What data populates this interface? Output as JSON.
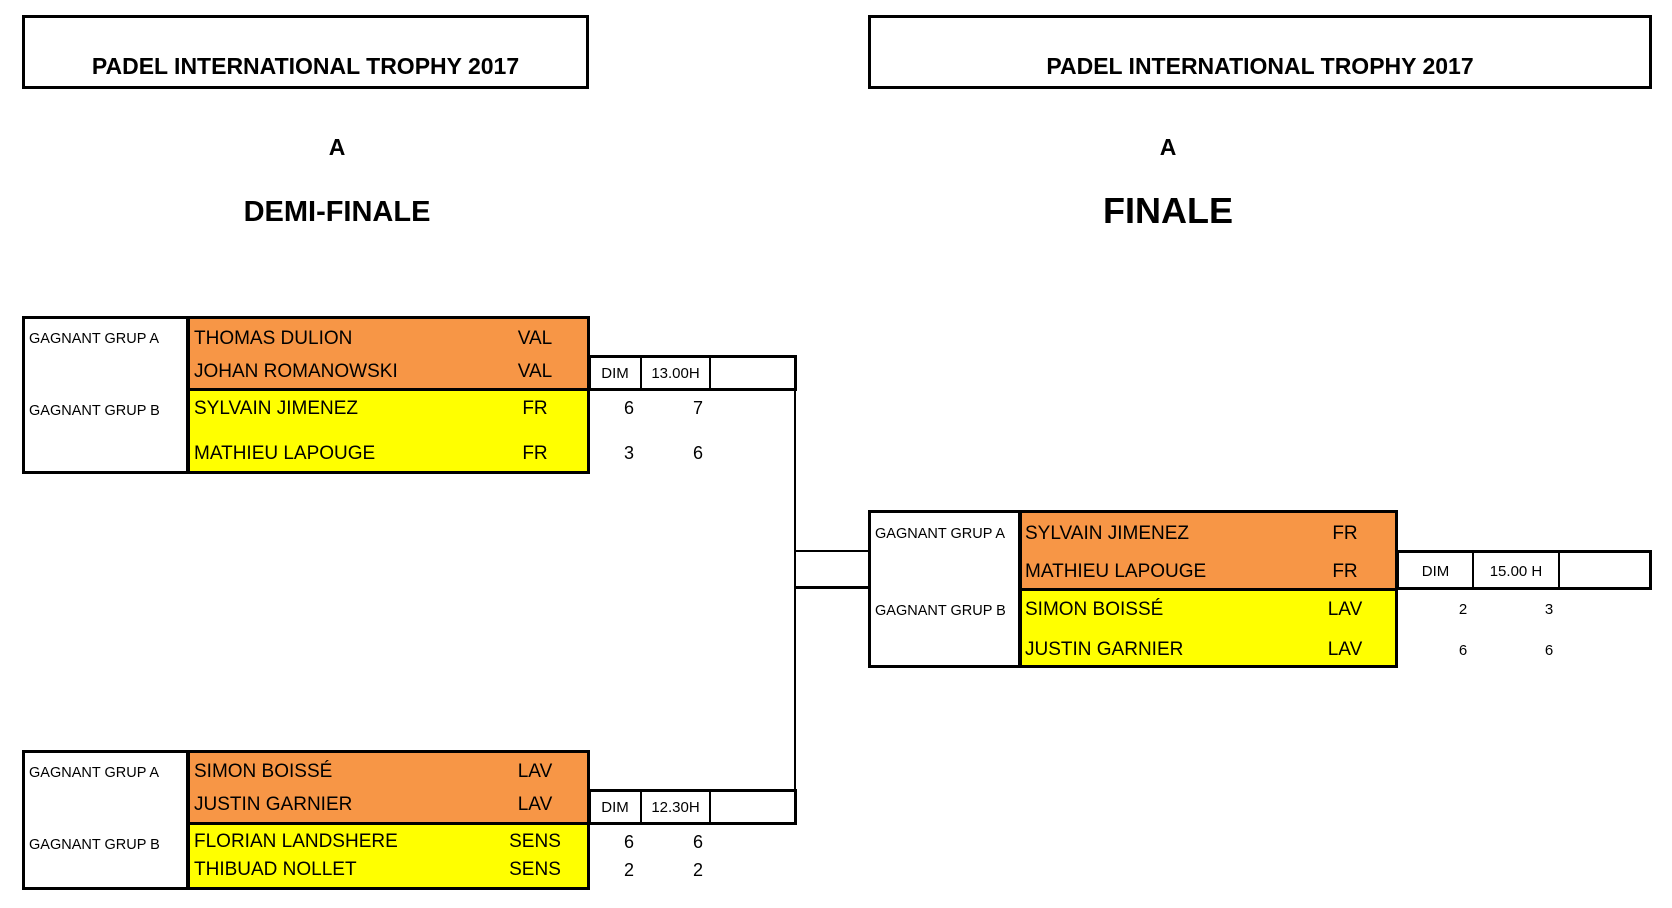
{
  "left": {
    "title": "PADEL INTERNATIONAL TROPHY 2017",
    "subtitle": "A",
    "round": "DEMI-FINALE"
  },
  "right": {
    "title": "PADEL INTERNATIONAL TROPHY 2017",
    "subtitle": "A",
    "round": "FINALE"
  },
  "semi1": {
    "label_a": "GAGNANT GRUP A",
    "label_b": "GAGNANT GRUP B",
    "team_a": [
      {
        "name": "THOMAS DULION",
        "club": "VAL"
      },
      {
        "name": "JOHAN ROMANOWSKI",
        "club": "VAL"
      }
    ],
    "team_b": [
      {
        "name": "SYLVAIN JIMENEZ",
        "club": "FR"
      },
      {
        "name": "MATHIEU LAPOUGE",
        "club": "FR"
      }
    ],
    "day": "DIM",
    "time": "13.00H",
    "scores_row1": [
      "6",
      "7"
    ],
    "scores_row2": [
      "3",
      "6"
    ]
  },
  "semi2": {
    "label_a": "GAGNANT GRUP A",
    "label_b": "GAGNANT GRUP B",
    "team_a": [
      {
        "name": "SIMON BOISSÉ",
        "club": "LAV"
      },
      {
        "name": "JUSTIN GARNIER",
        "club": "LAV"
      }
    ],
    "team_b": [
      {
        "name": "FLORIAN LANDSHERE",
        "club": "SENS"
      },
      {
        "name": "THIBUAD NOLLET",
        "club": "SENS"
      }
    ],
    "day": "DIM",
    "time": "12.30H",
    "scores_row1": [
      "6",
      "6"
    ],
    "scores_row2": [
      "2",
      "2"
    ]
  },
  "final": {
    "label_a": "GAGNANT GRUP A",
    "label_b": "GAGNANT GRUP B",
    "team_a": [
      {
        "name": "SYLVAIN JIMENEZ",
        "club": "FR"
      },
      {
        "name": "MATHIEU LAPOUGE",
        "club": "FR"
      }
    ],
    "team_b": [
      {
        "name": "SIMON BOISSÉ",
        "club": "LAV"
      },
      {
        "name": "JUSTIN GARNIER",
        "club": "LAV"
      }
    ],
    "day": "DIM",
    "time": "15.00 H",
    "scores_row1": [
      "2",
      "3"
    ],
    "scores_row2": [
      "6",
      "6"
    ]
  },
  "colors": {
    "team_a_fill": "#F79646",
    "team_b_fill": "#FFFF00"
  }
}
